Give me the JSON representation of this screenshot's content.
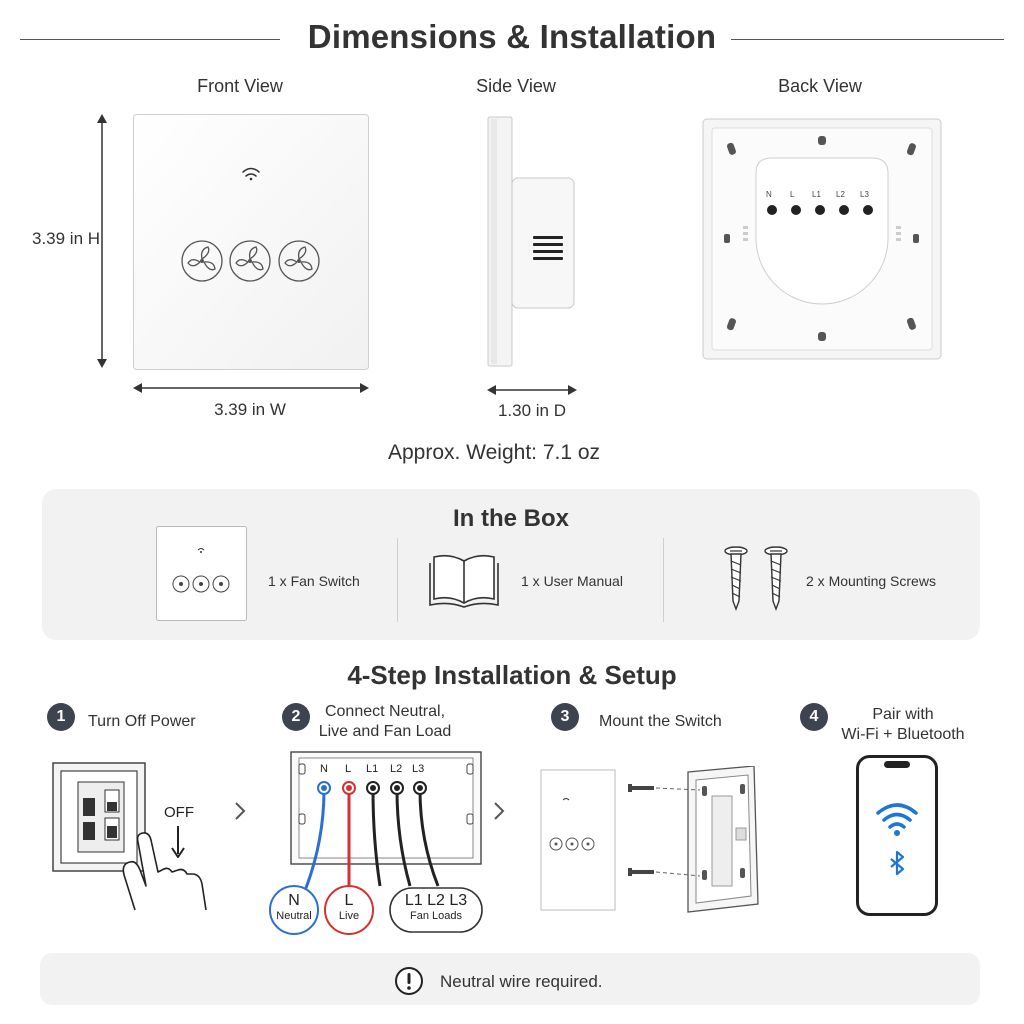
{
  "header": {
    "title": "Dimensions & Installation"
  },
  "views": {
    "front_label": "Front View",
    "side_label": "Side View",
    "back_label": "Back View"
  },
  "dimensions": {
    "height": "3.39 in H",
    "width": "3.39 in W",
    "depth": "1.30 in D",
    "weight": "Approx. Weight: 7.1 oz"
  },
  "terminals": [
    "N",
    "L",
    "L1",
    "L2",
    "L3"
  ],
  "in_the_box": {
    "title": "In the Box",
    "items": [
      {
        "label": "1 x Fan Switch",
        "icon": "fan-switch-icon"
      },
      {
        "label": "1 x User Manual",
        "icon": "book-icon"
      },
      {
        "label": "2 x Mounting Screws",
        "icon": "screw-icon"
      }
    ]
  },
  "installation": {
    "title": "4-Step Installation & Setup",
    "steps": [
      {
        "number": "1",
        "label_line1": "Turn Off Power",
        "label_line2": ""
      },
      {
        "number": "2",
        "label_line1": "Connect Neutral,",
        "label_line2": "Live and Fan Load"
      },
      {
        "number": "3",
        "label_line1": "Mount the Switch",
        "label_line2": ""
      },
      {
        "number": "4",
        "label_line1": "Pair with",
        "label_line2": "Wi-Fi + Bluetooth"
      }
    ],
    "off_label": "OFF",
    "wiring": {
      "neutral": {
        "code": "N",
        "name": "Neutral",
        "color": "#2a6fd6"
      },
      "live": {
        "code": "L",
        "name": "Live",
        "color": "#d63030"
      },
      "loads": {
        "code": "L1 L2 L3",
        "name": "Fan Loads",
        "color": "#222222"
      }
    }
  },
  "note": {
    "text": "Neutral wire required.",
    "icon": "warning-icon"
  },
  "colors": {
    "accent_blue": "#1e74d8",
    "badge": "#3d4450",
    "panel": "#f2f2f2"
  }
}
